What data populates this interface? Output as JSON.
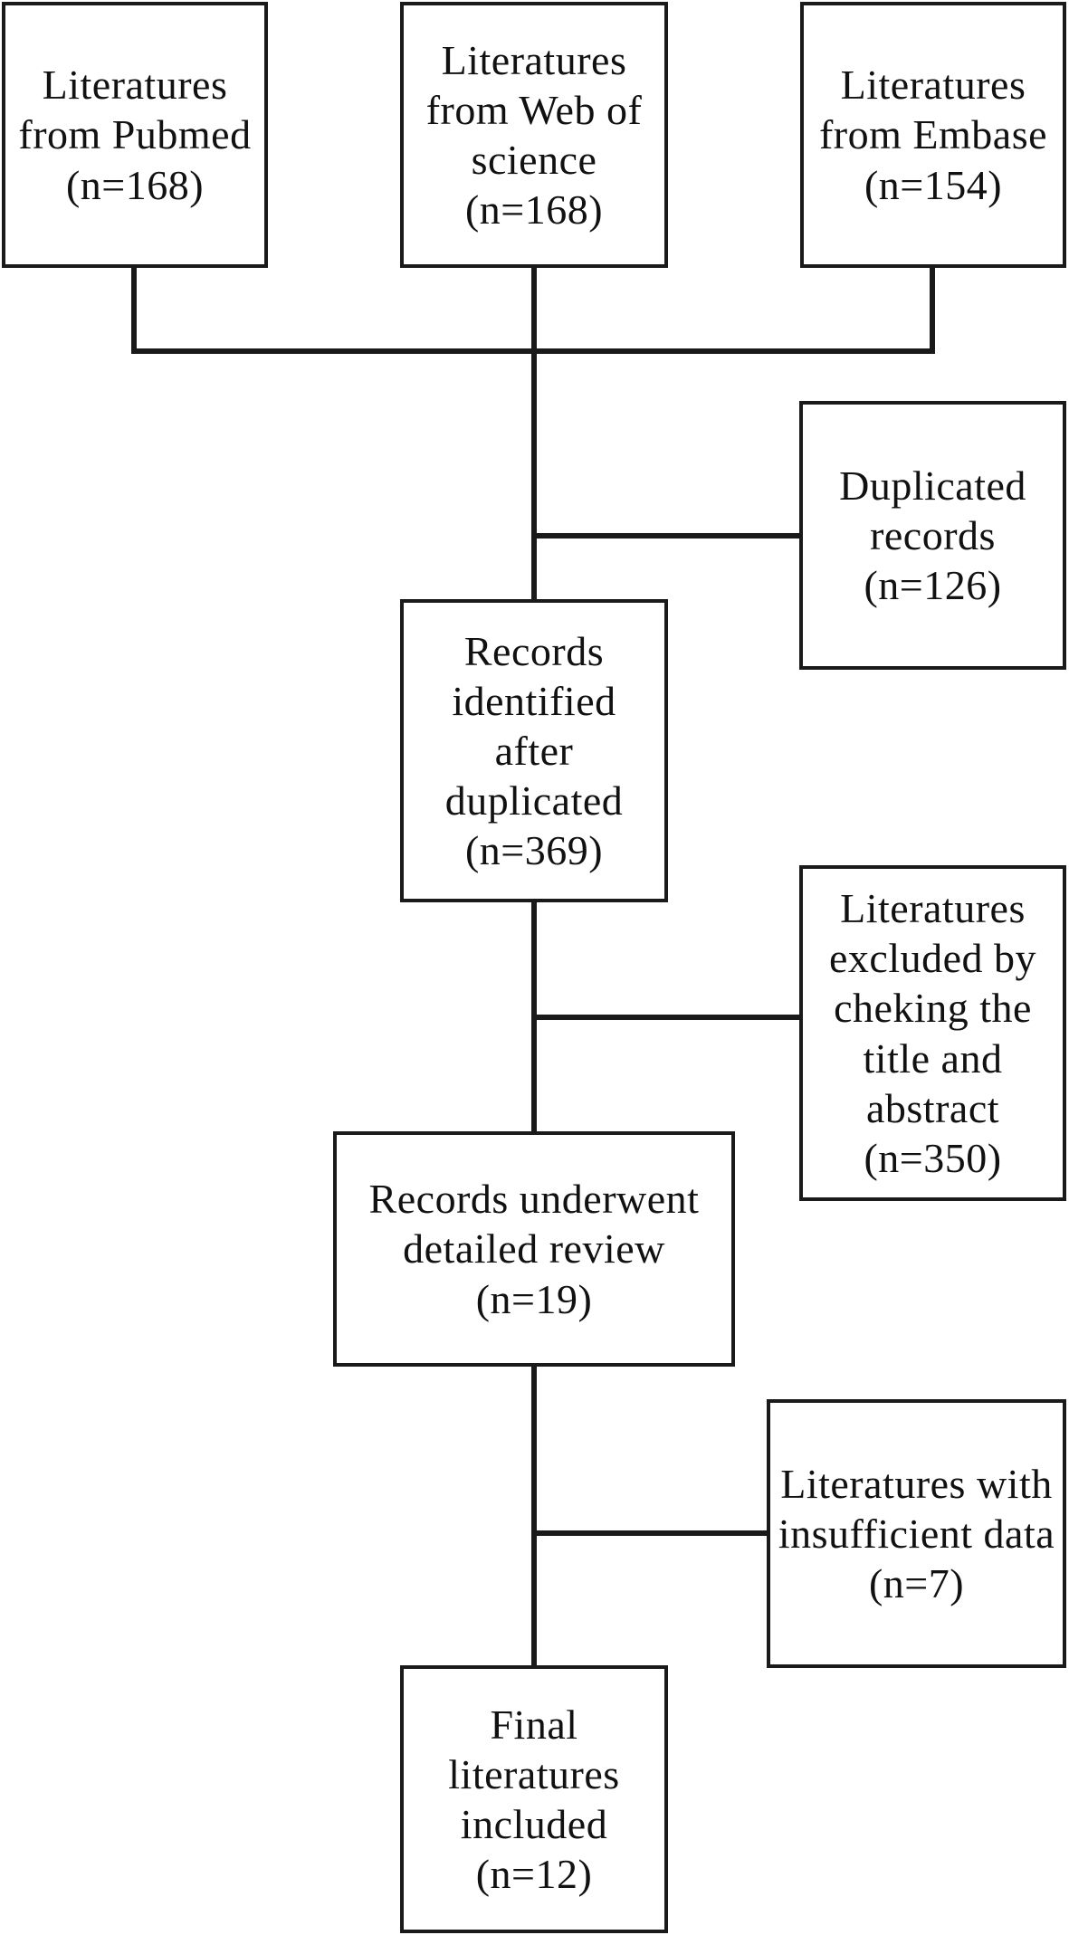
{
  "boxes": {
    "pubmed": {
      "lines": [
        "Literatures",
        "from Pubmed",
        "(n=168)"
      ]
    },
    "web_of_science": {
      "lines": [
        "Literatures",
        "from Web of",
        "science",
        "(n=168)"
      ]
    },
    "embase": {
      "lines": [
        "Literatures",
        "from Embase",
        "(n=154)"
      ]
    },
    "duplicated": {
      "lines": [
        "Duplicated",
        "records",
        "(n=126)"
      ]
    },
    "identified": {
      "lines": [
        "Records",
        "identified",
        "after",
        "duplicated",
        "(n=369)"
      ]
    },
    "excluded_title": {
      "lines": [
        "Literatures",
        "excluded by",
        "cheking the",
        "title and",
        "abstract",
        "(n=350)"
      ]
    },
    "detailed_review": {
      "lines": [
        "Records underwent",
        "detailed review",
        "(n=19)"
      ]
    },
    "insufficient": {
      "lines": [
        "Literatures with",
        "insufficient data",
        "(n=7)"
      ]
    },
    "final": {
      "lines": [
        "Final",
        "literatures",
        "included",
        "(n=12)"
      ]
    }
  }
}
